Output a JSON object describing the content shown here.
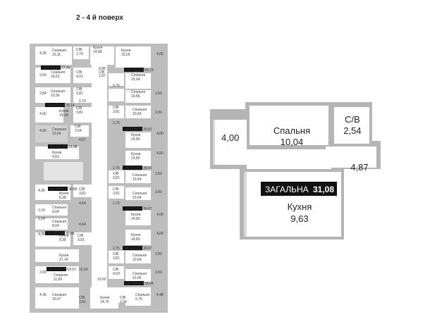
{
  "title": "2 - 4 й поверх",
  "left_plan": {
    "labels": [
      {
        "t": "4,36"
      },
      {
        "t": "Спальня"
      },
      {
        "t": "10,11"
      },
      {
        "t": "С/В"
      },
      {
        "t": "1,74"
      },
      {
        "t": "Кухня"
      },
      {
        "t": "14,68"
      },
      {
        "t": "Кухня"
      },
      {
        "t": "15,05"
      },
      {
        "t": "4,06"
      },
      {
        "t": "9,88"
      },
      {
        "t": "С/В"
      },
      {
        "t": "1,87"
      },
      {
        "t": "ЗАГАЛЬНА 64,19"
      },
      {
        "t": "Спальня"
      },
      {
        "t": "15,04"
      },
      {
        "t": "2,83"
      },
      {
        "t": "Спальня"
      },
      {
        "t": "10,61"
      },
      {
        "t": "С/В"
      },
      {
        "t": "4,01"
      },
      {
        "t": "ЗАГАЛЬНА 57,44"
      },
      {
        "t": "2,84"
      },
      {
        "t": "Спальня"
      },
      {
        "t": "10,56"
      },
      {
        "t": "С/В"
      },
      {
        "t": "3,81"
      },
      {
        "t": "6,75"
      },
      {
        "t": "Спальня"
      },
      {
        "t": "10,56"
      },
      {
        "t": "2,83"
      },
      {
        "t": "2,70"
      },
      {
        "t": "ЗАГАЛЬНА 28,14"
      },
      {
        "t": "С/В"
      },
      {
        "t": "3,81"
      },
      {
        "t": "Кухня"
      },
      {
        "t": "14,24"
      },
      {
        "t": "4,00"
      },
      {
        "t": "С/В"
      },
      {
        "t": "3,81"
      },
      {
        "t": "Спальня"
      },
      {
        "t": "10,64"
      },
      {
        "t": "2,83"
      },
      {
        "t": "4,00"
      },
      {
        "t": "Спальня"
      },
      {
        "t": "10,04"
      },
      {
        "t": "С/В"
      },
      {
        "t": "2,54"
      },
      {
        "t": "2,76"
      },
      {
        "t": "ЗАГАЛЬНА 38,81"
      },
      {
        "t": "Кухня"
      },
      {
        "t": "14,83"
      },
      {
        "t": "4,00"
      },
      {
        "t": "4,87"
      },
      {
        "t": "ЗАГАЛЬНА 31,08"
      },
      {
        "t": "Кухня"
      },
      {
        "t": "9,63"
      },
      {
        "t": "Кухня"
      },
      {
        "t": "14,83"
      },
      {
        "t": "4,50"
      },
      {
        "t": "2,76"
      },
      {
        "t": "ЗАГАЛЬНА 38,81"
      },
      {
        "t": "С/В"
      },
      {
        "t": "3,81"
      },
      {
        "t": "Спальня"
      },
      {
        "t": "10,64"
      },
      {
        "t": "2,83"
      },
      {
        "t": "4,36"
      },
      {
        "t": "ЗАГАЛЬНА 30,86"
      },
      {
        "t": "Кухня"
      },
      {
        "t": "8,38"
      },
      {
        "t": "С/В"
      },
      {
        "t": "3,81"
      },
      {
        "t": "С/В"
      },
      {
        "t": "3,81"
      },
      {
        "t": "Спальня"
      },
      {
        "t": "10,64"
      },
      {
        "t": "2,83"
      },
      {
        "t": "1,24"
      },
      {
        "t": "Спальня"
      },
      {
        "t": "9,04"
      },
      {
        "t": "4,64"
      },
      {
        "t": "2,76"
      },
      {
        "t": "ЗАГАЛЬНА 38,87"
      },
      {
        "t": "Кухня"
      },
      {
        "t": "14,83"
      },
      {
        "t": "4,00"
      },
      {
        "t": "1,24"
      },
      {
        "t": "Спальня"
      },
      {
        "t": "8,04"
      },
      {
        "t": "4,64"
      },
      {
        "t": "4,36"
      },
      {
        "t": "ЗАГАЛЬНА 30,86"
      },
      {
        "t": "Кухня"
      },
      {
        "t": "8,38"
      },
      {
        "t": "С/В"
      },
      {
        "t": "3,81"
      },
      {
        "t": "Кухня"
      },
      {
        "t": "14,83"
      },
      {
        "t": "4,00"
      },
      {
        "t": "2,76"
      },
      {
        "t": "ЗАГАЛЬНА 38,87"
      },
      {
        "t": "Кухня"
      },
      {
        "t": "17,14"
      },
      {
        "t": "С/В"
      },
      {
        "t": "3,81"
      },
      {
        "t": "Спальня"
      },
      {
        "t": "10,64"
      },
      {
        "t": "2,83"
      },
      {
        "t": "2,83"
      },
      {
        "t": "ЗАГАЛЬНА 63,01"
      },
      {
        "t": "Спальня"
      },
      {
        "t": "11,93"
      },
      {
        "t": "10,59"
      },
      {
        "t": "С/В"
      },
      {
        "t": "4,03"
      },
      {
        "t": "Спальня"
      },
      {
        "t": "10,56"
      },
      {
        "t": "2,83"
      },
      {
        "t": "10,62"
      },
      {
        "t": "ЗАГАЛЬНА 58,04"
      },
      {
        "t": "4,36"
      },
      {
        "t": "Спальня"
      },
      {
        "t": "10,07"
      },
      {
        "t": "С/В"
      },
      {
        "t": "3,81"
      },
      {
        "t": "Кухня"
      },
      {
        "t": "14,75"
      },
      {
        "t": "С/В"
      },
      {
        "t": "1,64"
      },
      {
        "t": "Спальня"
      },
      {
        "t": "5,75"
      },
      {
        "t": "4,48"
      }
    ]
  },
  "unit": {
    "balcony_area": "4,00",
    "bedroom_label": "Спальня",
    "bedroom_area": "10,04",
    "bathroom_label": "С/В",
    "bathroom_area": "2,54",
    "hall_area": "4,87",
    "total_label": "ЗАГАЛЬНА",
    "total_area": "31,08",
    "kitchen_label": "Кухня",
    "kitchen_area": "9,63"
  },
  "colors": {
    "wall": "#b5b5b5",
    "wall_dark": "#9a9a9a",
    "room": "#ffffff",
    "highlight": "#d4d4d4",
    "badge_bg": "#111111",
    "badge_text": "#ffffff",
    "text": "#222222"
  }
}
